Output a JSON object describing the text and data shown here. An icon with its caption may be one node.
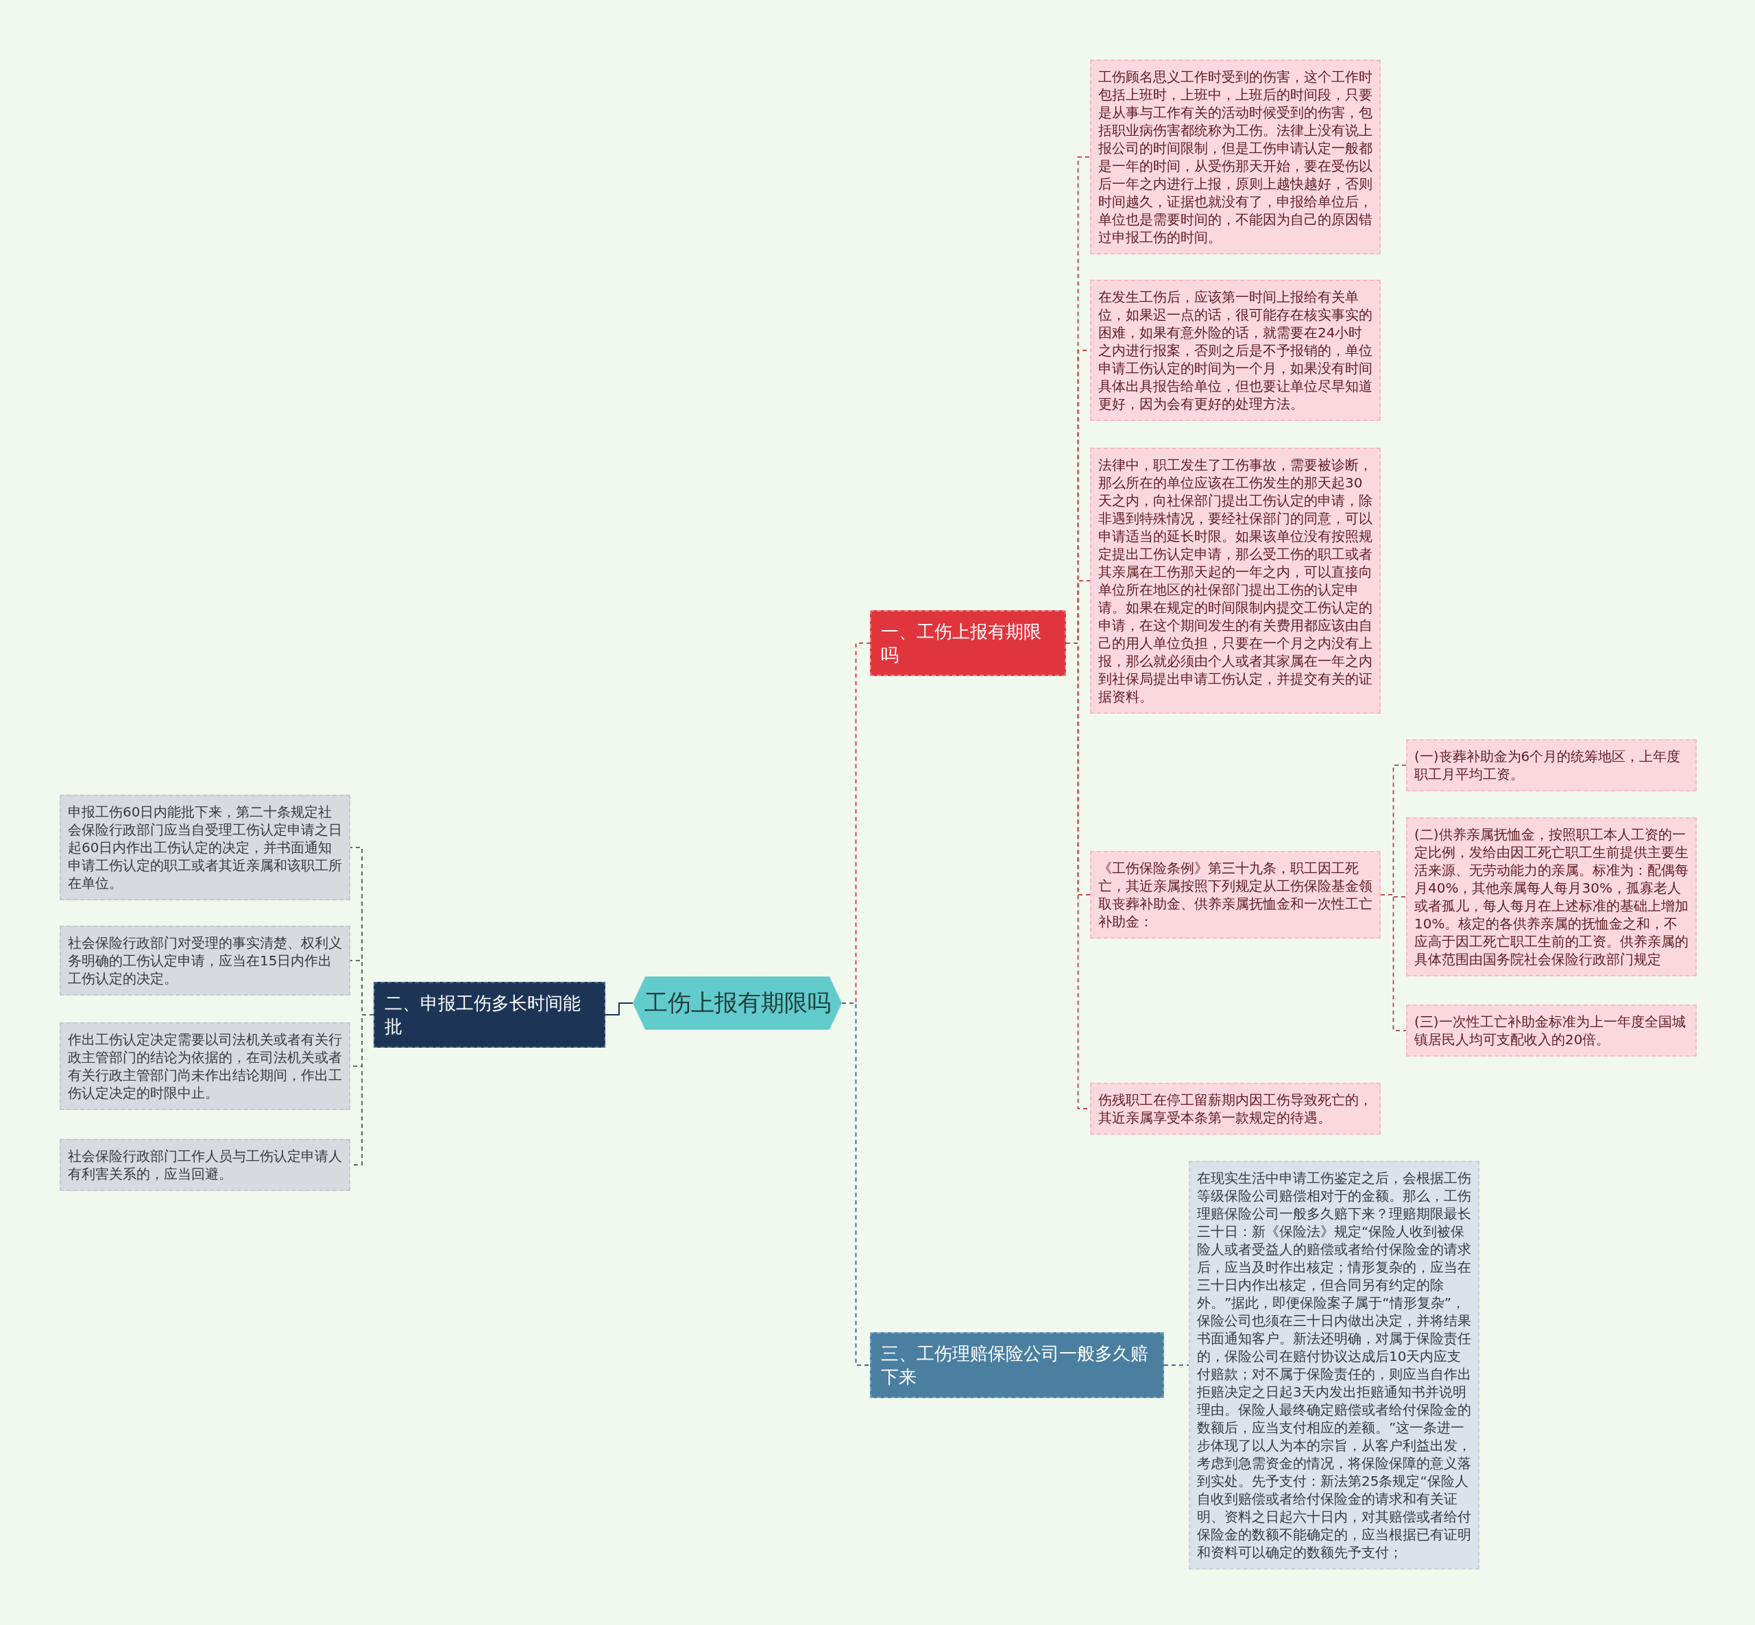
{
  "diagram": {
    "nodes": [
      {
        "text": [
          "工伤上报有期限吗"
        ]
      },
      {
        "text": [
          "一、工伤上报有期限吗"
        ]
      },
      {
        "text": [
          "工伤顾名思义工作时受到的伤害，这个工作时包括上班时，上班中，上班后的时间段，只要是从事与工作有关的活动时候受到的伤害，包括职业病伤害都统称为工伤。法律上没有说上报公司的时间限制，但是工伤申请认定一般都是一年的时间，从受伤那天开始，要在受伤以后一年之内进行上报，原则上越快越好，否则时间越久，证据也就没有了，申报给单位后，单位也是需要时间的，不能因为自己的原因错过申报工伤的时间。"
        ]
      },
      {
        "text": [
          "在发生工伤后，应该第一时间上报给有关单位，如果迟一点的话，很可能存在核实事实的困难，如果有意外险的话，就需要在24小时之内进行报案，否则之后是不予报销的，单位申请工伤认定的时间为一个月，如果没有时间具体出具报告给单位，但也要让单位尽早知道更好，因为会有更好的处理方法。"
        ]
      },
      {
        "text": [
          "法律中，职工发生了工伤事故，需要被诊断，那么所在的单位应该在工伤发生的那天起30天之内，向社保部门提出工伤认定的申请，除非遇到特殊情况，要经社保部门的同意，可以申请适当的延长时限。如果该单位没有按照规定提出工伤认定申请，那么受工伤的职工或者其亲属在工伤那天起的一年之内，可以直接向单位所在地区的社保部门提出工伤的认定申请。如果在规定的时间限制内提交工伤认定的申请，在这个期间发生的有关费用都应该由自己的用人单位负担，只要在一个月之内没有上报，那么就必须由个人或者其家属在一年之内到社保局提出申请工伤认定，并提交有关的证据资料。"
        ]
      },
      {
        "text": [
          "《工伤保险条例》第三十九条，职工因工死亡，其近亲属按照下列规定从工伤保险基金领取丧葬补助金、供养亲属抚恤金和一次性工亡补助金："
        ]
      },
      {
        "text": [
          "(一)丧葬补助金为6个月的统筹地区，上年度职工月平均工资。"
        ]
      },
      {
        "text": [
          "(二)供养亲属抚恤金，按照职工本人工资的一定比例，发给由因工死亡职工生前提供主要生活来源、无劳动能力的亲属。标准为：配偶每月40%，其他亲属每人每月30%，孤寡老人或者孤儿，每人每月在上述标准的基础上增加10%。核定的各供养亲属的抚恤金之和，不应高于因工死亡职工生前的工资。供养亲属的具体范围由国务院社会保险行政部门规定"
        ]
      },
      {
        "text": [
          "(三)一次性工亡补助金标准为上一年度全国城镇居民人均可支配收入的20倍。"
        ]
      },
      {
        "text": [
          "伤残职工在停工留薪期内因工伤导致死亡的，其近亲属享受本条第一款规定的待遇。"
        ]
      },
      {
        "text": [
          "二、申报工伤多长时间能批"
        ]
      },
      {
        "text": [
          "申报工伤60日内能批下来，第二十条规定社会保险行政部门应当自受理工伤认定申请之日起60日内作出工伤认定的决定，并书面通知申请工伤认定的职工或者其近亲属和该职工所在单位。"
        ]
      },
      {
        "text": [
          "社会保险行政部门对受理的事实清楚、权利义务明确的工伤认定申请，应当在15日内作出工伤认定的决定。"
        ]
      },
      {
        "text": [
          "作出工伤认定决定需要以司法机关或者有关行政主管部门的结论为依据的，在司法机关或者有关行政主管部门尚未作出结论期间，作出工伤认定决定的时限中止。"
        ]
      },
      {
        "text": [
          "社会保险行政部门工作人员与工伤认定申请人有利害关系的，应当回避。"
        ]
      },
      {
        "text": [
          "三、工伤理赔保险公司一般多久赔下来"
        ]
      },
      {
        "text": [
          "在现实生活中申请工伤鉴定之后，会根据工伤等级保险公司赔偿相对于的金额。那么，工伤理赔保险公司一般多久赔下来？理赔期限最长三十日：新《保险法》规定“保险人收到被保险人或者受益人的赔偿或者给付保险金的请求后，应当及时作出核定；情形复杂的，应当在三十日内作出核定，但合同另有约定的除外。”据此，即便保险案子属于“情形复杂”，保险公司也须在三十日内做出决定，并将结果书面通知客户。新法还明确，对属于保险责任的，保险公司在赔付协议达成后10天内应支付赔款；对不属于保险责任的，则应当自作出拒赔决定之日起3天内发出拒赔通知书并说明理由。保险人最终确定赔偿或者给付保险金的数额后，应当支付相应的差额。”这一条进一步体现了以人为本的宗旨，从客户利益出发，考虑到急需资金的情况，将保险保障的意义落到实处。先予支付：新法第25条规定“保险人自收到赔偿或者给付保险金的请求和有关证明、资料之日起六十日内，对其赔偿或者给付保险金的数额不能确定的，应当根据已有证明和资料可以确定的数额先予支付；"
        ]
      }
    ],
    "edges": [
      {
        "from": 0,
        "to": 1,
        "arrow": "none",
        "style": "dashed",
        "color": "#d9434b"
      },
      {
        "from": 1,
        "to": 2,
        "arrow": "none",
        "style": "dashed",
        "color": "#d9434b"
      },
      {
        "from": 1,
        "to": 3,
        "arrow": "none",
        "style": "dashed",
        "color": "#d9434b"
      },
      {
        "from": 1,
        "to": 4,
        "arrow": "none",
        "style": "dashed",
        "color": "#d9434b"
      },
      {
        "from": 1,
        "to": 5,
        "arrow": "none",
        "style": "dashed",
        "color": "#d9434b"
      },
      {
        "from": 5,
        "to": 6,
        "arrow": "none",
        "style": "dashed",
        "color": "#b5525b"
      },
      {
        "from": 5,
        "to": 7,
        "arrow": "none",
        "style": "dashed",
        "color": "#b5525b"
      },
      {
        "from": 5,
        "to": 8,
        "arrow": "none",
        "style": "dashed",
        "color": "#b5525b"
      },
      {
        "from": 1,
        "to": 9,
        "arrow": "none",
        "style": "dashed",
        "color": "#d9434b"
      },
      {
        "from": 0,
        "to": 10,
        "arrow": "none",
        "color": "#1c3557"
      },
      {
        "from": 10,
        "to": 11,
        "arrow": "none",
        "style": "dashed",
        "color": "#5d6670"
      },
      {
        "from": 10,
        "to": 12,
        "arrow": "none",
        "style": "dashed",
        "color": "#5d6670"
      },
      {
        "from": 10,
        "to": 13,
        "arrow": "none",
        "style": "dashed",
        "color": "#5d6670"
      },
      {
        "from": 10,
        "to": 14,
        "arrow": "none",
        "style": "dashed",
        "color": "#5d6670"
      },
      {
        "from": 0,
        "to": 15,
        "arrow": "none",
        "style": "dashed",
        "color": "#3f6f95"
      },
      {
        "from": 15,
        "to": 16,
        "arrow": "none",
        "style": "dashed",
        "color": "#3f6f95"
      }
    ]
  }
}
